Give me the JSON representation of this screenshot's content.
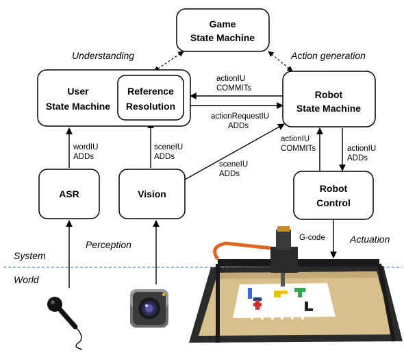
{
  "nodes": {
    "game_sm": {
      "line1": "Game",
      "line2": "State Machine"
    },
    "user_sm": {
      "line1": "User",
      "line2": "State Machine"
    },
    "ref_res": {
      "line1": "Reference",
      "line2": "Resolution"
    },
    "robot_sm": {
      "line1": "Robot",
      "line2": "State Machine"
    },
    "asr": {
      "line1": "ASR"
    },
    "vision": {
      "line1": "Vision"
    },
    "robot_ctrl": {
      "line1": "Robot",
      "line2": "Control"
    }
  },
  "edges": {
    "action_commit": {
      "line1": "actionIU",
      "line2": "COMMITs"
    },
    "action_request": {
      "line1": "actionRequestIU",
      "line2": "ADDs"
    },
    "word": {
      "line1": "wordIU",
      "line2": "ADDs"
    },
    "scene_vision": {
      "line1": "sceneIU",
      "line2": "ADDs"
    },
    "scene_robot": {
      "line1": "sceneIU",
      "line2": "ADDs"
    },
    "action_commit_up": {
      "line1": "actionIU",
      "line2": "COMMITs"
    },
    "action_add_down": {
      "line1": "actionIU",
      "line2": "ADDs"
    },
    "gcode": {
      "line1": "G-code"
    }
  },
  "regions": {
    "understanding": "Understanding",
    "action_generation": "Action generation",
    "perception": "Perception",
    "actuation": "Actuation",
    "system": "System",
    "world": "World"
  },
  "icons": {
    "microphone": "microphone-icon",
    "camera": "camera-icon",
    "robot_photo": "robot-table-photo"
  },
  "colors": {
    "divider": "#4a90d9",
    "table_wood": "#d8c08c",
    "robot_orange": "#e0651f"
  }
}
